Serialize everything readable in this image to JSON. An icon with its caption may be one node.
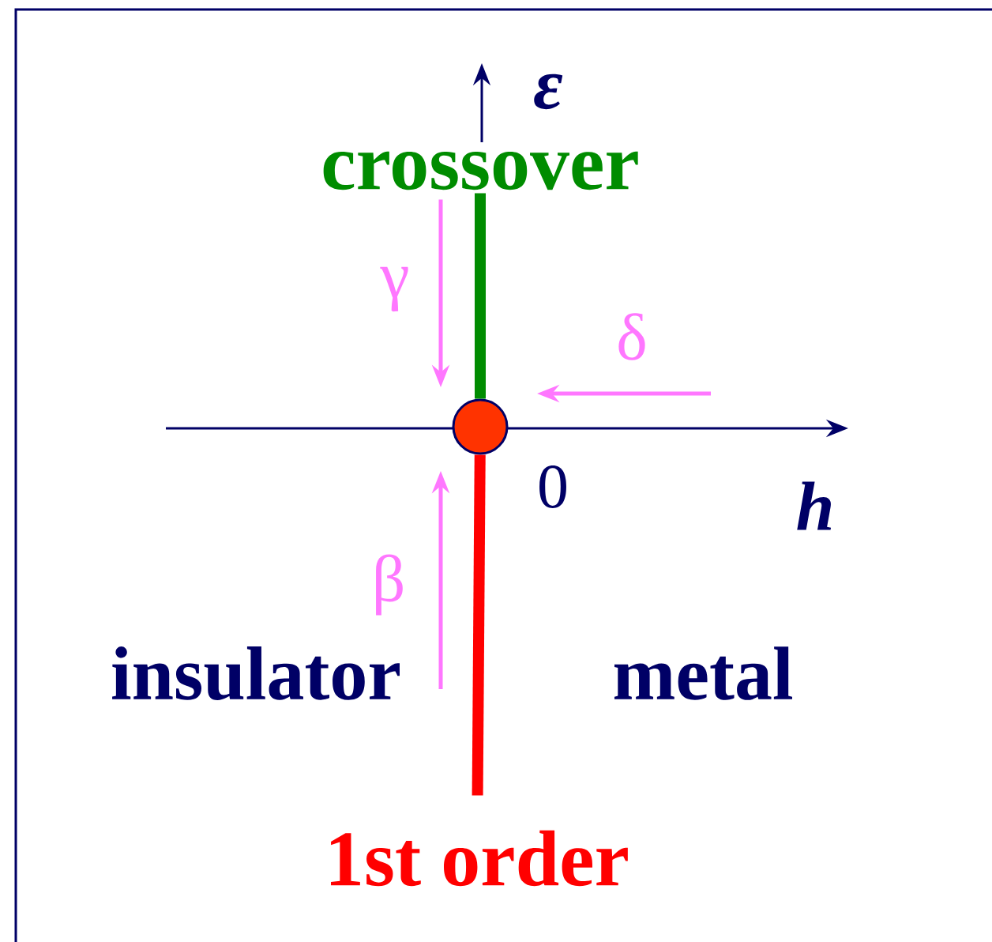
{
  "diagram": {
    "nodes": [
      {
        "text": [
          "crossover"
        ]
      },
      {
        "text": [],
        "shape": "circle"
      },
      {
        "text": [
          "1st order"
        ]
      }
    ],
    "edges": [
      {
        "from": 0,
        "to": 1,
        "arrow": "none",
        "style": "thick",
        "color": "#008c00"
      },
      {
        "from": 1,
        "to": 2,
        "arrow": "none",
        "style": "thick",
        "color": "#ff0000"
      },
      {
        "from": 0,
        "to": 1,
        "arrow": "to",
        "label": "γ"
      },
      {
        "from": null,
        "to": 1,
        "arrow": "to",
        "label": "δ"
      },
      {
        "from": null,
        "to": 1,
        "arrow": "to",
        "label": "β"
      }
    ],
    "labels": [
      "ε",
      "0",
      "h",
      "insulator",
      "metal"
    ]
  }
}
